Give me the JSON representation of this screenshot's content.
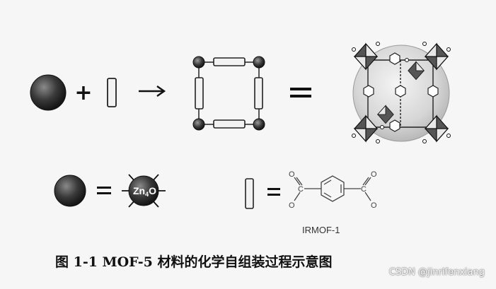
{
  "diagram": {
    "node_label_main": "Zn",
    "node_label_sub": "4",
    "node_label_tail": "O",
    "framework_label": "IRMOF-1",
    "plus": "+",
    "arrow": "→",
    "equals": "=",
    "double_equals": "=",
    "carboxyl_o": "O",
    "carboxyl_c": "C"
  },
  "caption": "图 1-1 MOF-5 材料的化学自组装过程示意图",
  "watermark": "CSDN @jinrifenxiang",
  "colors": {
    "node_dark": "#2a2a2a",
    "node_mid": "#777777",
    "linker_fill": "#f2f2f2",
    "sphere": "#d8d8d8"
  }
}
